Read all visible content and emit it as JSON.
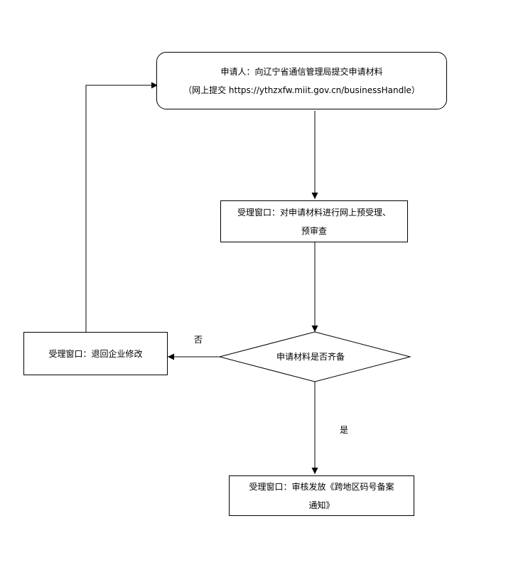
{
  "nodes": {
    "submit": {
      "line1": "申请人：向辽宁省通信管理局提交申请材料",
      "line2": "（网上提交 https://ythzxfw.miit.gov.cn/businessHandle）"
    },
    "prereview": {
      "line1": "受理窗口：对申请材料进行网上预受理、",
      "line2": "预审查"
    },
    "decision": {
      "label": "申请材料是否齐备"
    },
    "return": {
      "label": "受理窗口：退回企业修改"
    },
    "issue": {
      "line1": "受理窗口：审核发放《跨地区码号备案",
      "line2": "通知》"
    }
  },
  "edge_labels": {
    "no": "否",
    "yes": "是"
  },
  "colors": {
    "stroke": "#000000",
    "background": "#ffffff"
  }
}
